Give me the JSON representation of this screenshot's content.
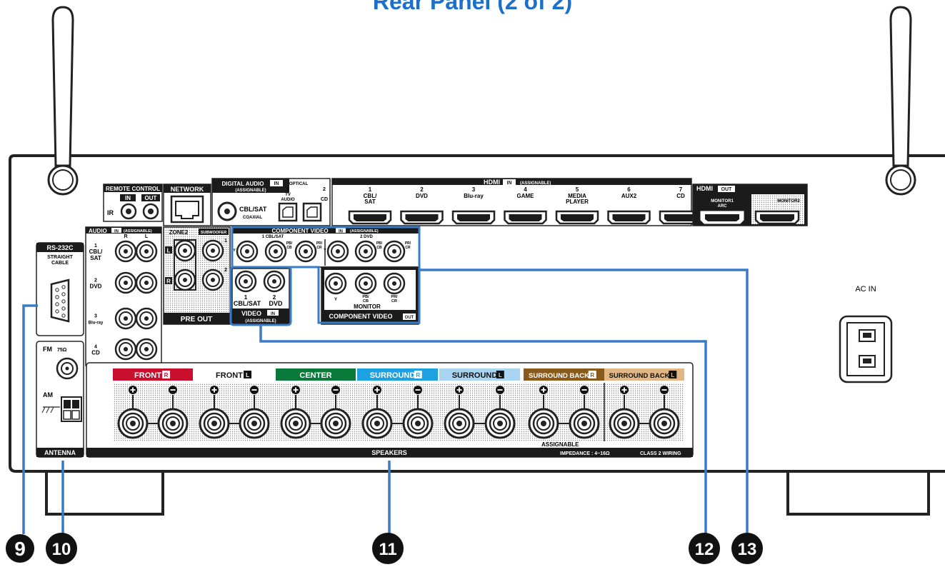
{
  "title": "Rear Panel (2 of 2)",
  "callouts": [
    "9",
    "10",
    "11",
    "12",
    "13"
  ],
  "remote": {
    "title": "REMOTE CONTROL",
    "in": "IN",
    "out": "OUT",
    "ir": "IR"
  },
  "network": "NETWORK",
  "digital": {
    "title": "DIGITAL AUDIO",
    "in": "IN",
    "assignable": "(ASSIGNABLE)",
    "optical": "OPTICAL",
    "coax_name": "CBL/SAT",
    "coaxial": "COAXIAL",
    "opt1_num": "1",
    "opt1_a": "TV",
    "opt1_b": "AUDIO",
    "opt2_num": "2",
    "opt2_name": "CD"
  },
  "hdmi_in": {
    "title": "HDMI",
    "in": "IN",
    "assignable": "(ASSIGNABLE)",
    "ports": [
      {
        "num": "1",
        "l1": "CBL/",
        "l2": "SAT"
      },
      {
        "num": "2",
        "l1": "DVD",
        "l2": ""
      },
      {
        "num": "3",
        "l1": "Blu-ray",
        "l2": ""
      },
      {
        "num": "4",
        "l1": "GAME",
        "l2": ""
      },
      {
        "num": "5",
        "l1": "MEDIA",
        "l2": "PLAYER"
      },
      {
        "num": "6",
        "l1": "AUX2",
        "l2": ""
      },
      {
        "num": "7",
        "l1": "CD",
        "l2": ""
      }
    ]
  },
  "hdmi_out": {
    "title": "HDMI",
    "out": "OUT",
    "m1": "MONITOR1",
    "arc": "ARC",
    "m2": "MONITOR2"
  },
  "audio_in": {
    "title": "AUDIO",
    "in": "IN",
    "assignable": "(ASSIGNABLE)",
    "r": "R",
    "l": "L",
    "rows": [
      {
        "num": "1",
        "l1": "CBL/",
        "l2": "SAT"
      },
      {
        "num": "2",
        "l1": "DVD",
        "l2": ""
      },
      {
        "num": "3",
        "l1": "Blu-ray",
        "l2": ""
      },
      {
        "num": "4",
        "l1": "CD",
        "l2": ""
      }
    ]
  },
  "preout": {
    "zone2": "ZONE2",
    "subwoofer": "SUBWOOFER",
    "l": "L",
    "r": "R",
    "one": "1",
    "two": "2",
    "label": "PRE OUT"
  },
  "comp_in": {
    "title": "COMPONENT VIDEO",
    "in": "IN",
    "assignable": "(ASSIGNABLE)",
    "g1": "1 CBL/SAT",
    "g2": "2 DVD",
    "y": "Y",
    "pb1": "PB/",
    "pb2": "CB",
    "pr1": "PR/",
    "pr2": "CR"
  },
  "video_in": {
    "n1": "1",
    "s1": "CBL/SAT",
    "n2": "2",
    "s2": "DVD",
    "label": "VIDEO",
    "in": "IN",
    "assignable": "(ASSIGNABLE)"
  },
  "comp_out": {
    "y": "Y",
    "pb1": "PB/",
    "pb2": "CB",
    "pr1": "PR/",
    "pr2": "CR",
    "monitor": "MONITOR",
    "label": "COMPONENT VIDEO",
    "out": "OUT"
  },
  "rs232": {
    "title": "RS-232C",
    "l1": "STRAIGHT",
    "l2": "CABLE"
  },
  "antenna": {
    "fm": "FM",
    "ohm": "75Ω",
    "am": "AM",
    "label": "ANTENNA"
  },
  "speakers": {
    "label": "SPEAKERS",
    "impedance": "IMPEDANCE : 4~16Ω",
    "class2": "CLASS 2 WIRING",
    "assignable": "ASSIGNABLE",
    "channels": [
      {
        "name": "FRONT",
        "side": "R",
        "color": "#c8102e"
      },
      {
        "name": "FRONT",
        "side": "L",
        "color": "#ffffff"
      },
      {
        "name": "CENTER",
        "side": "",
        "color": "#0a7a3b"
      },
      {
        "name": "SURROUND",
        "side": "R",
        "color": "#1ea1e0"
      },
      {
        "name": "SURROUND",
        "side": "L",
        "color": "#a9d4f2"
      },
      {
        "name": "SURROUND BACK",
        "side": "R",
        "color": "#8a5a1a"
      },
      {
        "name": "SURROUND BACK",
        "side": "L",
        "color": "#e2b784"
      }
    ]
  },
  "ac_in": "AC IN",
  "colors": {
    "accent": "#1d6fc9",
    "callout_line": "#3a7bc8",
    "panel": "#1b1b1b"
  }
}
